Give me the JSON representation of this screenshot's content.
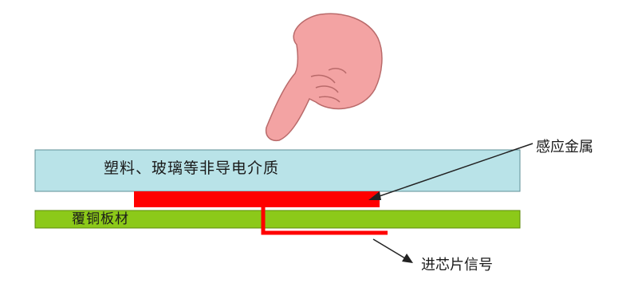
{
  "diagram": {
    "dielectric_layer": {
      "label": "塑料、玻璃等非导电介质",
      "color": "#b9e3e8"
    },
    "copper_board": {
      "label": "覆铜板材",
      "color": "#8cc919"
    },
    "sensing_metal": {
      "label": "感应金属",
      "color": "#ff0000"
    },
    "signal_to_chip": {
      "label": "进芯片信号"
    },
    "finger": {
      "icon": "pointing-finger-icon",
      "color": "#f3a3a3"
    }
  }
}
